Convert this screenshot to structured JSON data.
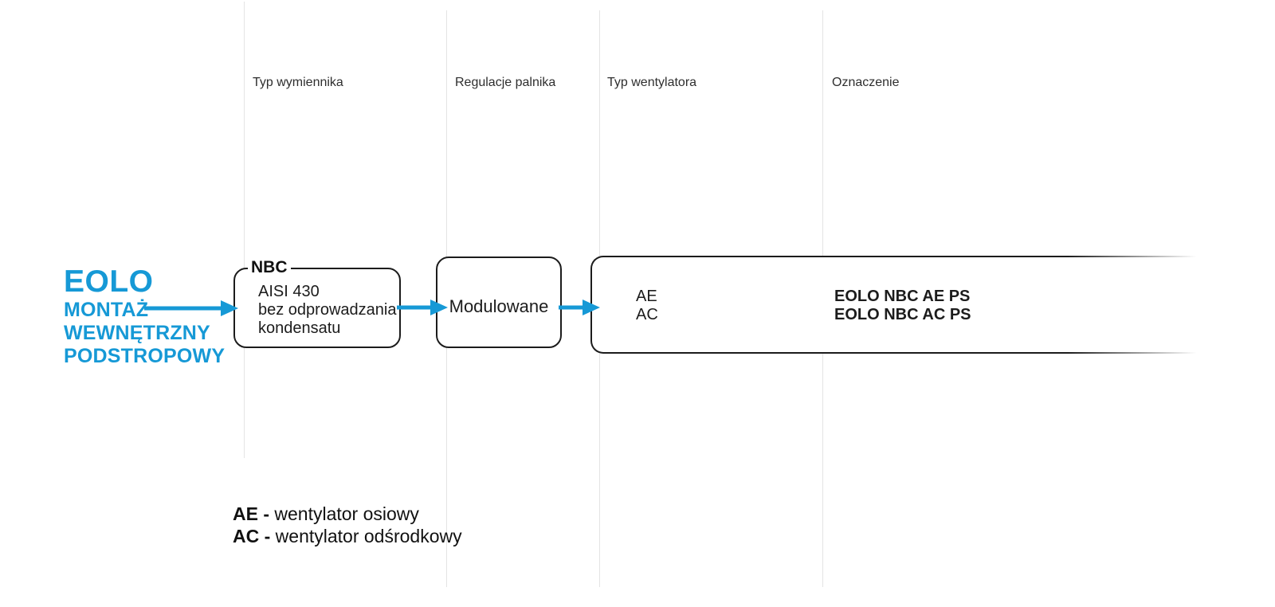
{
  "columns": [
    {
      "label": "Typ wymiennika"
    },
    {
      "label": "Regulacje palnika"
    },
    {
      "label": "Typ wentylatora"
    },
    {
      "label": "Oznaczenie"
    }
  ],
  "product": {
    "name": "EOLO",
    "subtitle_lines": [
      "MONTAŻ",
      "WEWNĘTRZNY",
      "PODSTROPOWY"
    ]
  },
  "exchanger_box": {
    "tag": "NBC",
    "lines": [
      "AISI 430",
      "bez odprowadzania",
      "kondensatu"
    ]
  },
  "burner_box": {
    "label": "Modulowane"
  },
  "fan_box": {
    "fan_types": [
      "AE",
      "AC"
    ],
    "designations": [
      "EOLO NBC AE PS",
      "EOLO NBC AC PS"
    ]
  },
  "legend": [
    {
      "code": "AE -",
      "text": "wentylator osiowy"
    },
    {
      "code": "AC -",
      "text": "wentylator odśrodkowy"
    }
  ],
  "colors": {
    "accent_blue": "#1699d6",
    "box_border": "#1c1c1c",
    "divider_gray": "#e4e4e4",
    "text_black": "#1c1c1c"
  }
}
